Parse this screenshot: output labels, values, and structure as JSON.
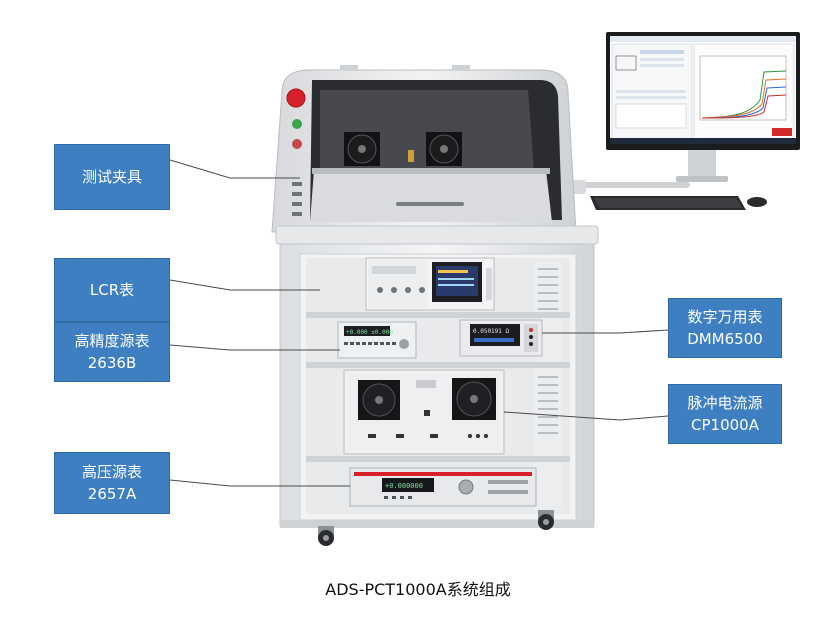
{
  "callouts": {
    "fixture": [
      "测试夹具"
    ],
    "lcr": [
      "LCR表"
    ],
    "smu": [
      "高精度源表",
      "2636B"
    ],
    "hv": [
      "高压源表",
      "2657A"
    ],
    "dmm": [
      "数字万用表",
      "DMM6500"
    ],
    "pulse": [
      "脉冲电流源",
      "CP1000A"
    ]
  },
  "caption": "ADS-PCT1000A系统组成",
  "instruments": {
    "smu_display": "+0.000 ±0.000",
    "dmm_display": "0.050191 Ω",
    "hv_display": "+0.000000"
  },
  "colors": {
    "callout_fill": "#3d7fc0",
    "leader_line": "#4a4a4a",
    "cabinet": "#e4e6e8",
    "frame": "#c9ccd0",
    "stop_button": "#d8202a"
  }
}
